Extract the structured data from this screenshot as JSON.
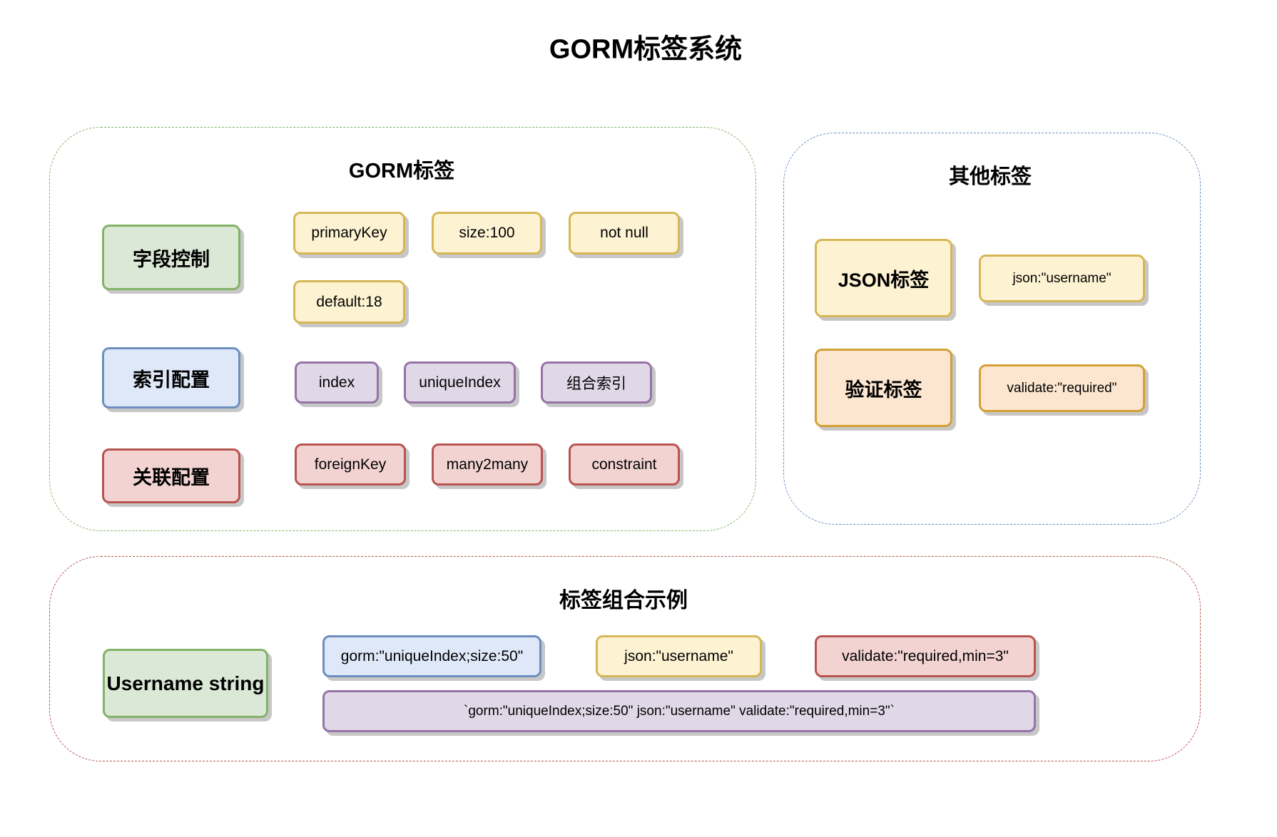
{
  "title": "GORM标签系统",
  "groups": {
    "gorm": {
      "title": "GORM标签",
      "border_color": "#82b366",
      "rows": [
        {
          "category": "字段控制",
          "tags": [
            "primaryKey",
            "size:100",
            "not null",
            "default:18"
          ]
        },
        {
          "category": "索引配置",
          "tags": [
            "index",
            "uniqueIndex",
            "组合索引"
          ]
        },
        {
          "category": "关联配置",
          "tags": [
            "foreignKey",
            "many2many",
            "constraint"
          ]
        }
      ]
    },
    "other": {
      "title": "其他标签",
      "border_color": "#6c8ebf",
      "rows": [
        {
          "category": "JSON标签",
          "tags": [
            "json:\"username\""
          ]
        },
        {
          "category": "验证标签",
          "tags": [
            "validate:\"required\""
          ]
        }
      ]
    },
    "example": {
      "title": "标签组合示例",
      "border_color": "#b85450",
      "field": "Username string",
      "parts": [
        "gorm:\"uniqueIndex;size:50\"",
        "json:\"username\"",
        "validate:\"required,min=3\""
      ],
      "combined": "`gorm:\"uniqueIndex;size:50\" json:\"username\" validate:\"required,min=3\"`"
    }
  },
  "colors": {
    "green": "#82b366",
    "blue": "#6c8ebf",
    "red": "#b85450",
    "yellow": "#d6b656",
    "purple": "#9673a6",
    "orange": "#d79b00"
  }
}
